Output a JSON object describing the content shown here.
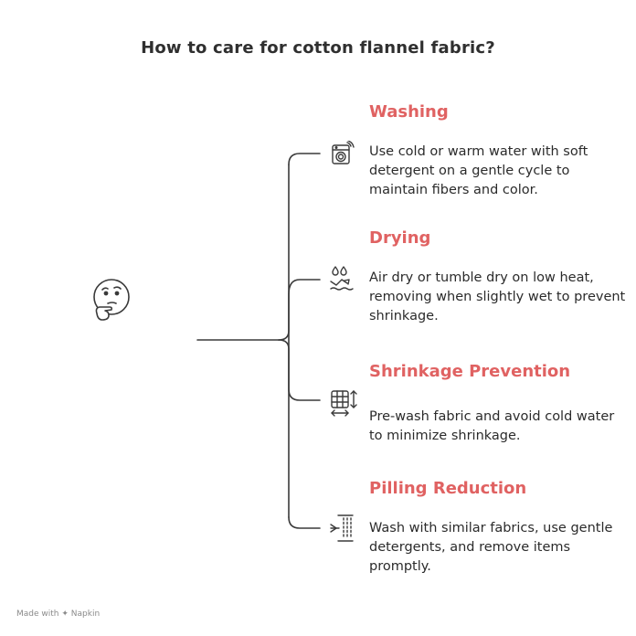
{
  "title": "How to care for cotton flannel fabric?",
  "items": [
    {
      "heading": "Washing",
      "icon": "washing-machine-icon",
      "description": "Use cold or warm water with soft detergent on a gentle cycle to maintain fibers and color."
    },
    {
      "heading": "Drying",
      "icon": "air-dry-icon",
      "description": "Air dry or tumble dry on low heat, removing when slightly wet to prevent shrinkage."
    },
    {
      "heading": "Shrinkage Prevention",
      "icon": "fabric-resize-icon",
      "description": "Pre-wash fabric and avoid cold water to minimize shrinkage."
    },
    {
      "heading": "Pilling Reduction",
      "icon": "fabric-pilling-icon",
      "description": "Wash with similar fabrics, use gentle detergents, and remove items promptly."
    }
  ],
  "root_icon": "thinking-face-icon",
  "footer": {
    "made_with": "Made with",
    "brand": "Napkin"
  },
  "colors": {
    "heading": "#e06262",
    "line": "#3a3a3a",
    "text": "#2b2b2b"
  }
}
